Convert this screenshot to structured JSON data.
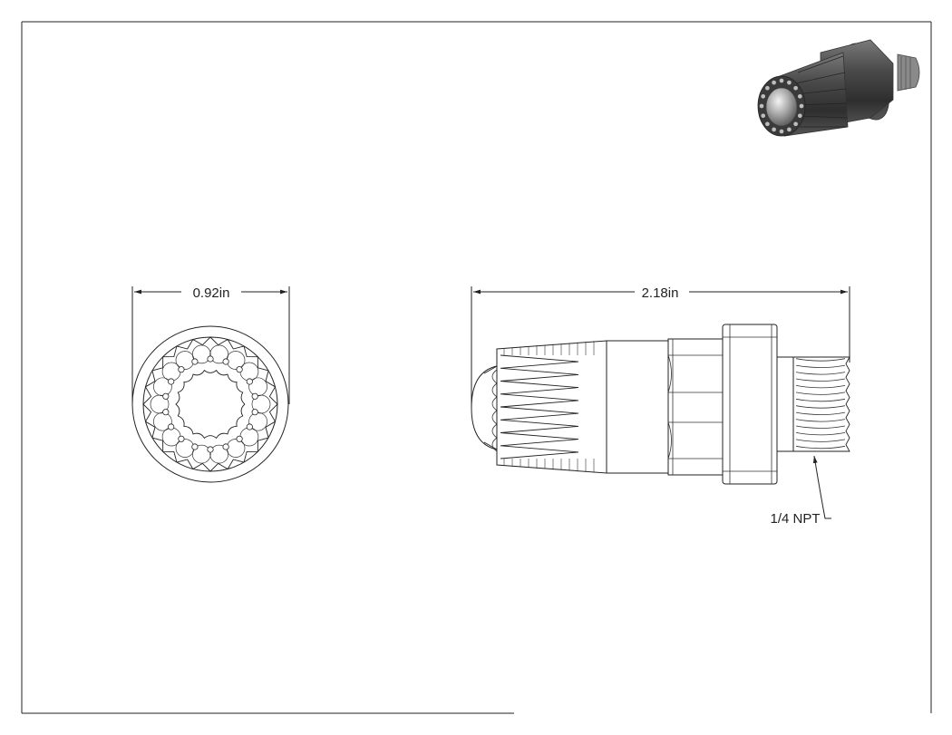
{
  "drawing": {
    "dimensions": {
      "front_diameter": "0.92in",
      "side_length": "2.18in"
    },
    "callout": "1/4 NPT"
  }
}
